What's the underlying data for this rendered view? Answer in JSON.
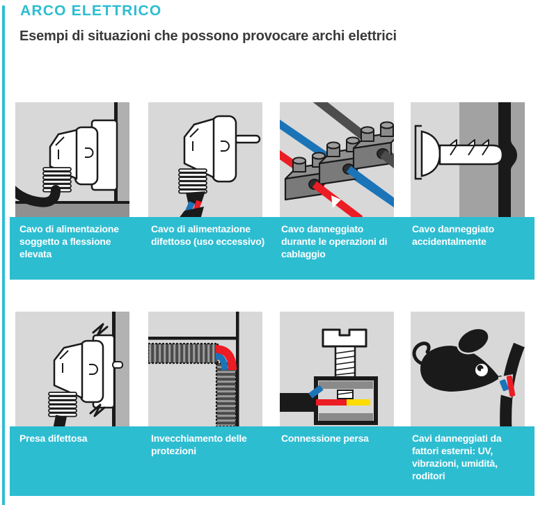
{
  "page": {
    "title": "ARCO ELETTRICO",
    "subtitle": "Esempi di situazioni che possono provocare archi elettrici",
    "colors": {
      "accent": "#2dbdd1",
      "heading-text": "#2dbdd1",
      "subtitle-text": "#3a3a3a",
      "caption-text": "#ffffff",
      "panel-bg": "#d8d8d8",
      "wall-gray": "#b0b0b0",
      "floor-gray": "#909090",
      "wire-red": "#ec1c24",
      "wire-blue": "#1b74b8",
      "wire-yellow": "#ffdc00",
      "line-black": "#1a1a1a"
    }
  },
  "rows": [
    {
      "panels": [
        {
          "illustration": "flexed-power-cable-illustration",
          "caption": "Cavo di alimentazione soggetto a flessione elevata"
        },
        {
          "illustration": "worn-power-cable-illustration",
          "caption": "Cavo di alimentazione difettoso (uso eccessivo)"
        },
        {
          "illustration": "wiring-operation-damage-illustration",
          "caption": "Cavo danneggiato durante le operazioni di cablaggio"
        },
        {
          "illustration": "accidental-damage-illustration",
          "caption": "Cavo danneggiato accidentalmente"
        }
      ]
    },
    {
      "panels": [
        {
          "illustration": "faulty-socket-illustration",
          "caption": "Presa difettosa"
        },
        {
          "illustration": "aged-conduit-illustration",
          "caption": "Invecchiamento delle protezioni"
        },
        {
          "illustration": "lost-connection-illustration",
          "caption": "Connessione persa"
        },
        {
          "illustration": "rodent-external-damage-illustration",
          "caption": "Cavi danneggiati da fattori esterni: UV, vibrazioni, umidità, roditori"
        }
      ]
    }
  ]
}
